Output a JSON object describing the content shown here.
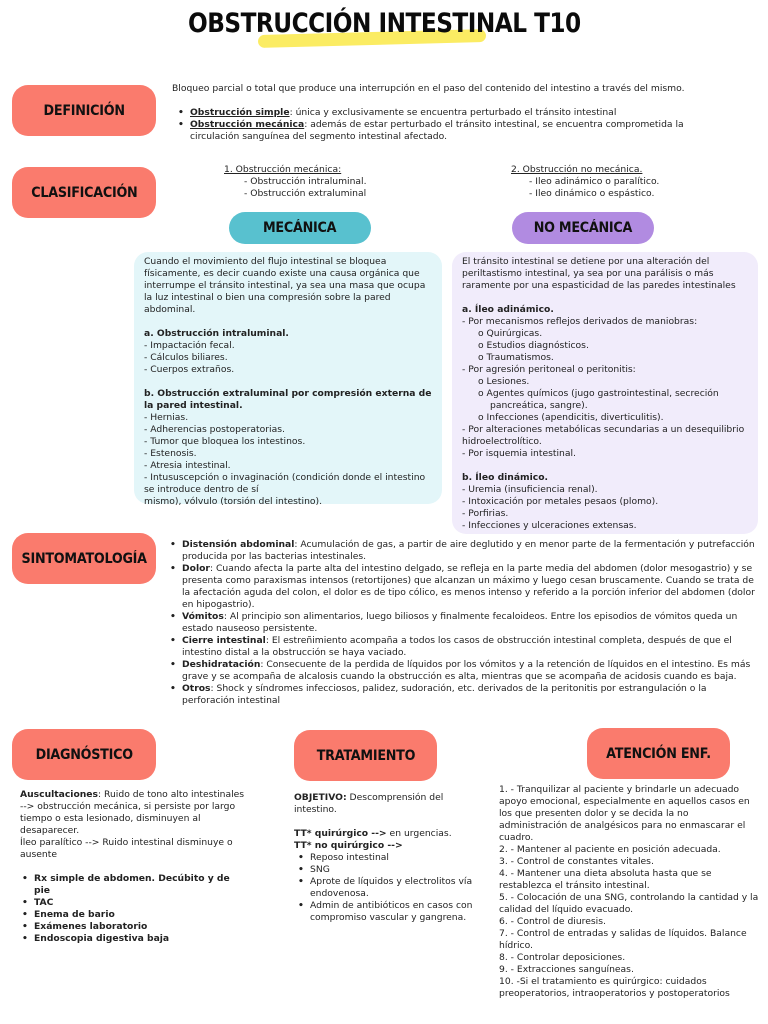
{
  "title": "OBSTRUCCIÓN INTESTINAL T10",
  "pills": {
    "definicion": "DEFINICIÓN",
    "clasificacion": "CLASIFICACIÓN",
    "mecanica": "MECÁNICA",
    "no_mecanica": "NO MECÁNICA",
    "sintomatologia": "SINTOMATOLOGÍA",
    "diagnostico": "DIAGNÓSTICO",
    "tratamiento": "TRATAMIENTO",
    "atencion": "ATENCIÓN ENF."
  },
  "definicion": {
    "intro": "Bloqueo parcial o total que produce una interrupción en el paso del contenido del intestino a través del mismo.",
    "items": [
      {
        "term": "Obstrucción simple",
        "text": ": única y exclusivamente se encuentra perturbado el tránsito intestinal"
      },
      {
        "term": "Obstrucción mecánica",
        "text": ": además de estar perturbado el tránsito intestinal, se encuentra comprometida la circulación sanguínea del segmento intestinal afectado."
      }
    ]
  },
  "clasificacion": {
    "col1_title": "1. Obstrucción mecánica:",
    "col1_items": [
      "- Obstrucción intraluminal.",
      "- Obstrucción extraluminal"
    ],
    "col2_title": "2. Obstrucción no mecánica.",
    "col2_items": [
      "- Ileo adinámico o paralítico.",
      "- Ileo dinámico o espástico."
    ]
  },
  "mecanica": {
    "intro": "Cuando el movimiento del flujo intestinal se bloquea físicamente, es decir cuando existe una causa orgánica que interrumpe el tránsito intestinal, ya sea una masa que ocupa la luz intestinal o bien una compresión sobre la pared abdominal.",
    "a_title": "a. Obstrucción intraluminal.",
    "a_items": [
      "- Impactación fecal.",
      "- Cálculos biliares.",
      "- Cuerpos extraños."
    ],
    "b_title": "b. Obstrucción extraluminal por compresión externa de la pared intestinal.",
    "b_items": [
      "- Hernias.",
      "- Adherencias postoperatorias.",
      "- Tumor que bloquea los intestinos.",
      "- Estenosis.",
      "- Atresia intestinal.",
      "- Intususcepción o invaginación (condición donde el intestino se introduce dentro de sí",
      "mismo), vólvulo (torsión del intestino)."
    ]
  },
  "no_mecanica": {
    "intro": "El tránsito intestinal se detiene por una alteración del periltastismo intestinal, ya sea por una parálisis  o más raramente por una espasticidad de las paredes intestinales",
    "a_title": "a. Íleo adinámico.",
    "lines": [
      {
        "t": "- Por mecanismos reflejos derivados de maniobras:",
        "c": ""
      },
      {
        "t": "o Quirúrgicas.",
        "c": "o"
      },
      {
        "t": "o Estudios diagnósticos.",
        "c": "o"
      },
      {
        "t": "o Traumatismos.",
        "c": "o"
      },
      {
        "t": "- Por agresión peritoneal o peritonitis:",
        "c": ""
      },
      {
        "t": "o Lesiones.",
        "c": "o"
      },
      {
        "t": "o Agentes químicos (jugo gastrointestinal, secreción",
        "c": "o"
      },
      {
        "t": "pancreática, sangre).",
        "c": "oo"
      },
      {
        "t": "o Infecciones (apendicitis, diverticulitis).",
        "c": "o"
      },
      {
        "t": "- Por alteraciones metabólicas secundarias a un desequilibrio hidroelectrolítico.",
        "c": ""
      },
      {
        "t": "- Por isquemia intestinal.",
        "c": ""
      }
    ],
    "b_title": "b. Íleo dinámico.",
    "b_items": [
      "- Uremia (insuficiencia renal).",
      "- Intoxicación por metales pesaos (plomo).",
      "- Porfirias.",
      "- Infecciones y ulceraciones extensas."
    ]
  },
  "sintomatologia": {
    "items": [
      {
        "term": "Distensión abdominal",
        "text": ": Acumulación de gas,  a partir de aire deglutido y en menor parte de la fermentación y putrefacción producida por las bacterias intestinales."
      },
      {
        "term": "Dolor",
        "text": ": Cuando afecta la parte alta del intestino delgado, se refleja en la parte media del abdomen (dolor mesogastrio) y se presenta como paraxismas intensos (retortijones) que alcanzan un máximo y luego cesan bruscamente. Cuando se trata de la afectación aguda del colon, el dolor es de tipo cólico, es menos intenso y referido a la porción inferior del abdomen (dolor en hipogastrio)."
      },
      {
        "term": "Vómitos",
        "text": ": Al principio son alimentarios, luego biliosos y finalmente fecaloideos. Entre los episodios de vómitos queda un estado nauseoso persistente."
      },
      {
        "term": "Cierre intestinal",
        "text": ": El estreñimiento acompaña a todos los casos de obstrucción intestinal completa, después de que el intestino distal a la obstrucción se haya vaciado."
      },
      {
        "term": "Deshidratación",
        "text": ": Consecuente de la perdida de líquidos por los vómitos y a la retención de líquidos en el intestino. Es más grave y se acompaña de alcalosis cuando la obstrucción es alta, mientras que se acompaña de acidosis cuando es baja."
      },
      {
        "term": "Otros",
        "text": ": Shock y síndromes infecciosos, palidez, sudoración, etc. derivados de la peritonitis por estrangulación o la perforación intestinal"
      }
    ]
  },
  "diagnostico": {
    "ausc_term": "Auscultaciones",
    "ausc_text": ": Ruido de tono alto intestinales --> obstrucción mecánica, si persiste por largo tiempo o esta lesionado, disminuyen al desaparecer.",
    "ileo": "Íleo paralítico --> Ruido intestinal disminuye o ausente",
    "items": [
      "Rx simple de abdomen. Decúbito y de pie",
      "TAC",
      "Enema de bario",
      "Exámenes laboratorio",
      "Endoscopia digestiva baja"
    ]
  },
  "tratamiento": {
    "obj_term": "OBJETIVO:",
    "obj_text": " Descomprensión del intestino.",
    "q_term": "TT* quirúrgico -->",
    "q_text": " en urgencias.",
    "nq_term": "TT* no quirúrgico -->",
    "items": [
      "Reposo intestinal",
      "SNG",
      "Aprote de líquidos y electrolitos vía endovenosa.",
      "Admin de antibióticos en casos con compromiso vascular y gangrena."
    ]
  },
  "atencion": {
    "items": [
      "1. - Tranquilizar al paciente y brindarle un adecuado apoyo emocional, especialmente en aquellos casos en los que presenten dolor y se decida la no administración de analgésicos para no enmascarar el cuadro.",
      "2. - Mantener al paciente en posición adecuada.",
      "3. - Control de constantes vitales.",
      "4. - Mantener una dieta absoluta hasta que se restablezca el tránsito intestinal.",
      "5. - Colocación de una SNG, controlando la cantidad y la calidad del líquido evacuado.",
      "6. - Control de diuresis.",
      "7. - Control de entradas y salidas de líquidos. Balance hídrico.",
      "8. - Controlar deposiciones.",
      "9. - Extracciones sanguíneas.",
      "10. -Si el tratamiento es quirúrgico: cuidados preoperatorios, intraoperatorios y postoperatorios"
    ]
  },
  "colors": {
    "coral": "#fa7b6d",
    "teal": "#58c1cf",
    "violet": "#b18be1",
    "highlight": "#fbec63",
    "teal_box": "#e3f6f9",
    "violet_box": "#f1ecfb"
  }
}
